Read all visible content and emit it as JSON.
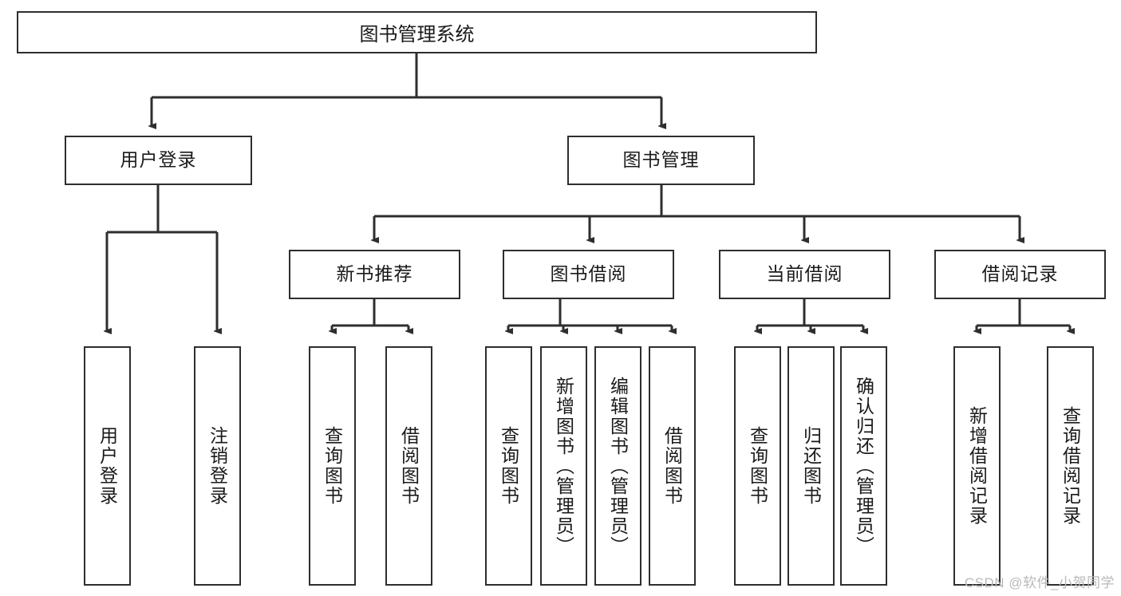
{
  "diagram": {
    "title": "图书管理系统",
    "type": "functional-structure-tree",
    "watermark": "CSDN @软件_小贺同学",
    "colors": {
      "stroke": "#2e2e2e",
      "fill": "#ffffff",
      "text": "#1a1a1a",
      "watermark": "#b9b9b9"
    },
    "levels": {
      "root": {
        "label": "图书管理系统"
      },
      "level2": [
        {
          "id": "user-login",
          "label": "用户登录"
        },
        {
          "id": "book-manage",
          "label": "图书管理"
        }
      ],
      "level3": [
        {
          "id": "new-book-recommend",
          "label": "新书推荐",
          "parent": "book-manage"
        },
        {
          "id": "book-borrow",
          "label": "图书借阅",
          "parent": "book-manage"
        },
        {
          "id": "current-borrow",
          "label": "当前借阅",
          "parent": "book-manage"
        },
        {
          "id": "borrow-record",
          "label": "借阅记录",
          "parent": "book-manage"
        }
      ],
      "leaves": [
        {
          "id": "leaf-user-login",
          "label": "用户登录",
          "parent": "user-login"
        },
        {
          "id": "leaf-logout",
          "label": "注销登录",
          "parent": "user-login"
        },
        {
          "id": "leaf-query-book-1",
          "label": "查询图书",
          "parent": "new-book-recommend"
        },
        {
          "id": "leaf-borrow-book-1",
          "label": "借阅图书",
          "parent": "new-book-recommend"
        },
        {
          "id": "leaf-query-book-2",
          "label": "查询图书",
          "parent": "book-borrow"
        },
        {
          "id": "leaf-add-book",
          "label": "新增图书（管理员）",
          "parent": "book-borrow"
        },
        {
          "id": "leaf-edit-book",
          "label": "编辑图书（管理员）",
          "parent": "book-borrow"
        },
        {
          "id": "leaf-borrow-book-2",
          "label": "借阅图书",
          "parent": "book-borrow"
        },
        {
          "id": "leaf-query-book-3",
          "label": "查询图书",
          "parent": "current-borrow"
        },
        {
          "id": "leaf-return-book",
          "label": "归还图书",
          "parent": "current-borrow"
        },
        {
          "id": "leaf-confirm-return",
          "label": "确认归还（管理员）",
          "parent": "current-borrow"
        },
        {
          "id": "leaf-add-record",
          "label": "新增借阅记录",
          "parent": "borrow-record"
        },
        {
          "id": "leaf-query-record",
          "label": "查询借阅记录",
          "parent": "borrow-record"
        }
      ]
    }
  }
}
